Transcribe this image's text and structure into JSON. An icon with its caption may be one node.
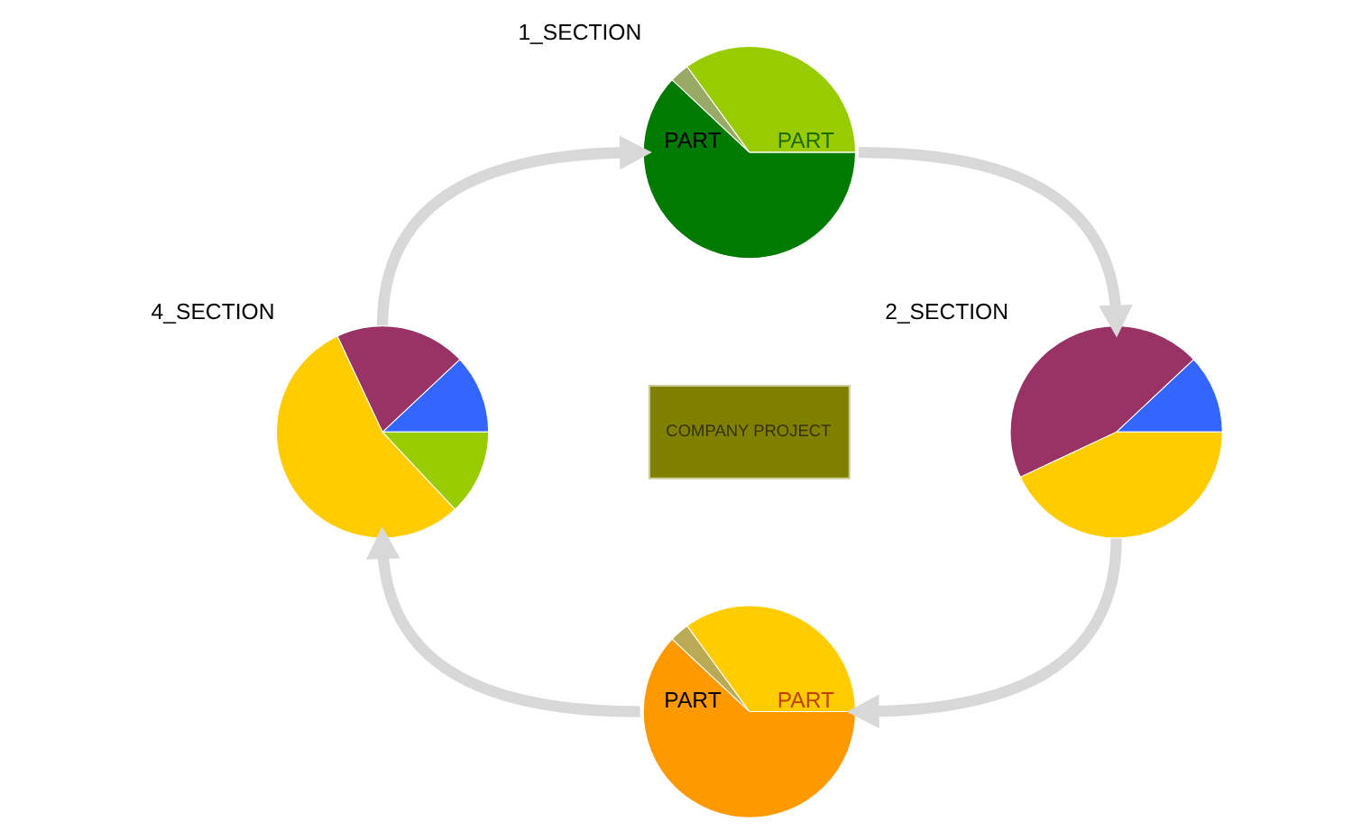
{
  "diagram": {
    "nodes": [
      {
        "text": [
          "PART",
          "PART"
        ],
        "beside": [
          "1_SECTION"
        ]
      },
      {
        "text": [],
        "shape": "circle",
        "beside": [
          "2_SECTION"
        ]
      },
      {
        "text": [
          "PART",
          "PART"
        ]
      },
      {
        "text": [],
        "shape": "circle",
        "beside": [
          "4_SECTION"
        ]
      },
      {
        "text": [
          "COMPANY PROJECT"
        ]
      }
    ],
    "edges": [
      {
        "from": 3,
        "to": 0,
        "arrow": "to"
      },
      {
        "from": 0,
        "to": 1,
        "arrow": "to"
      },
      {
        "from": 1,
        "to": 2,
        "arrow": "to"
      },
      {
        "from": 2,
        "to": 3,
        "arrow": "to"
      }
    ]
  }
}
